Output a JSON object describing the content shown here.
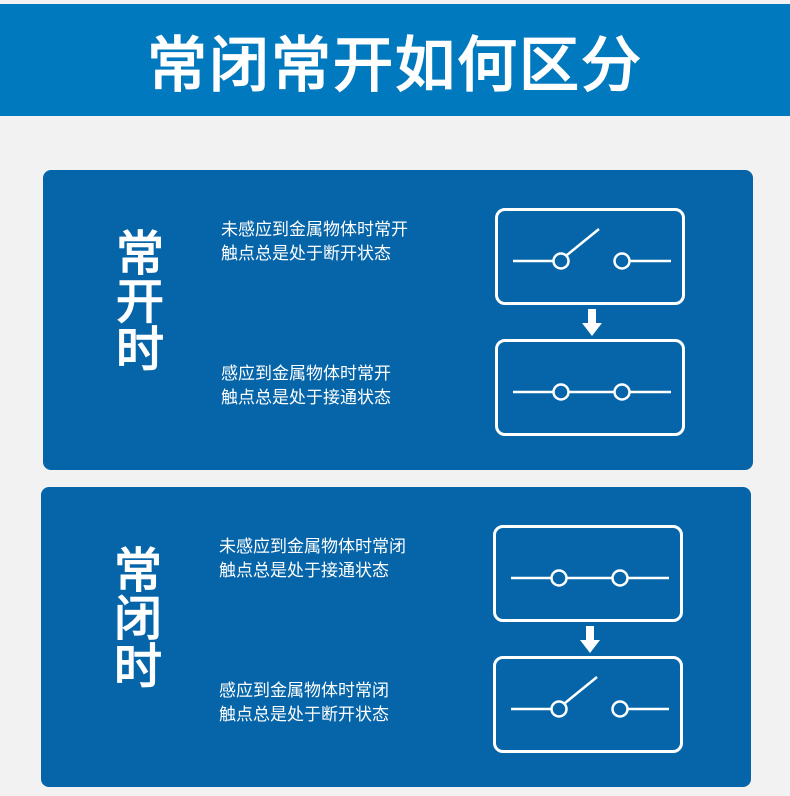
{
  "title": "常闭常开如何区分",
  "colors": {
    "header": "#0079bf",
    "panel": "#0665a9",
    "background": "#f2f2f2"
  },
  "panels": [
    {
      "label": "常开时",
      "before": {
        "line1": "未感应到金属物体时常开",
        "line2": "触点总是处于断开状态",
        "state": "open"
      },
      "after": {
        "line1": "感应到金属物体时常开",
        "line2": "触点总是处于接通状态",
        "state": "closed"
      }
    },
    {
      "label": "常闭时",
      "before": {
        "line1": "未感应到金属物体时常闭",
        "line2": "触点总是处于接通状态",
        "state": "closed"
      },
      "after": {
        "line1": "感应到金属物体时常闭",
        "line2": "触点总是处于断开状态",
        "state": "open"
      }
    }
  ]
}
